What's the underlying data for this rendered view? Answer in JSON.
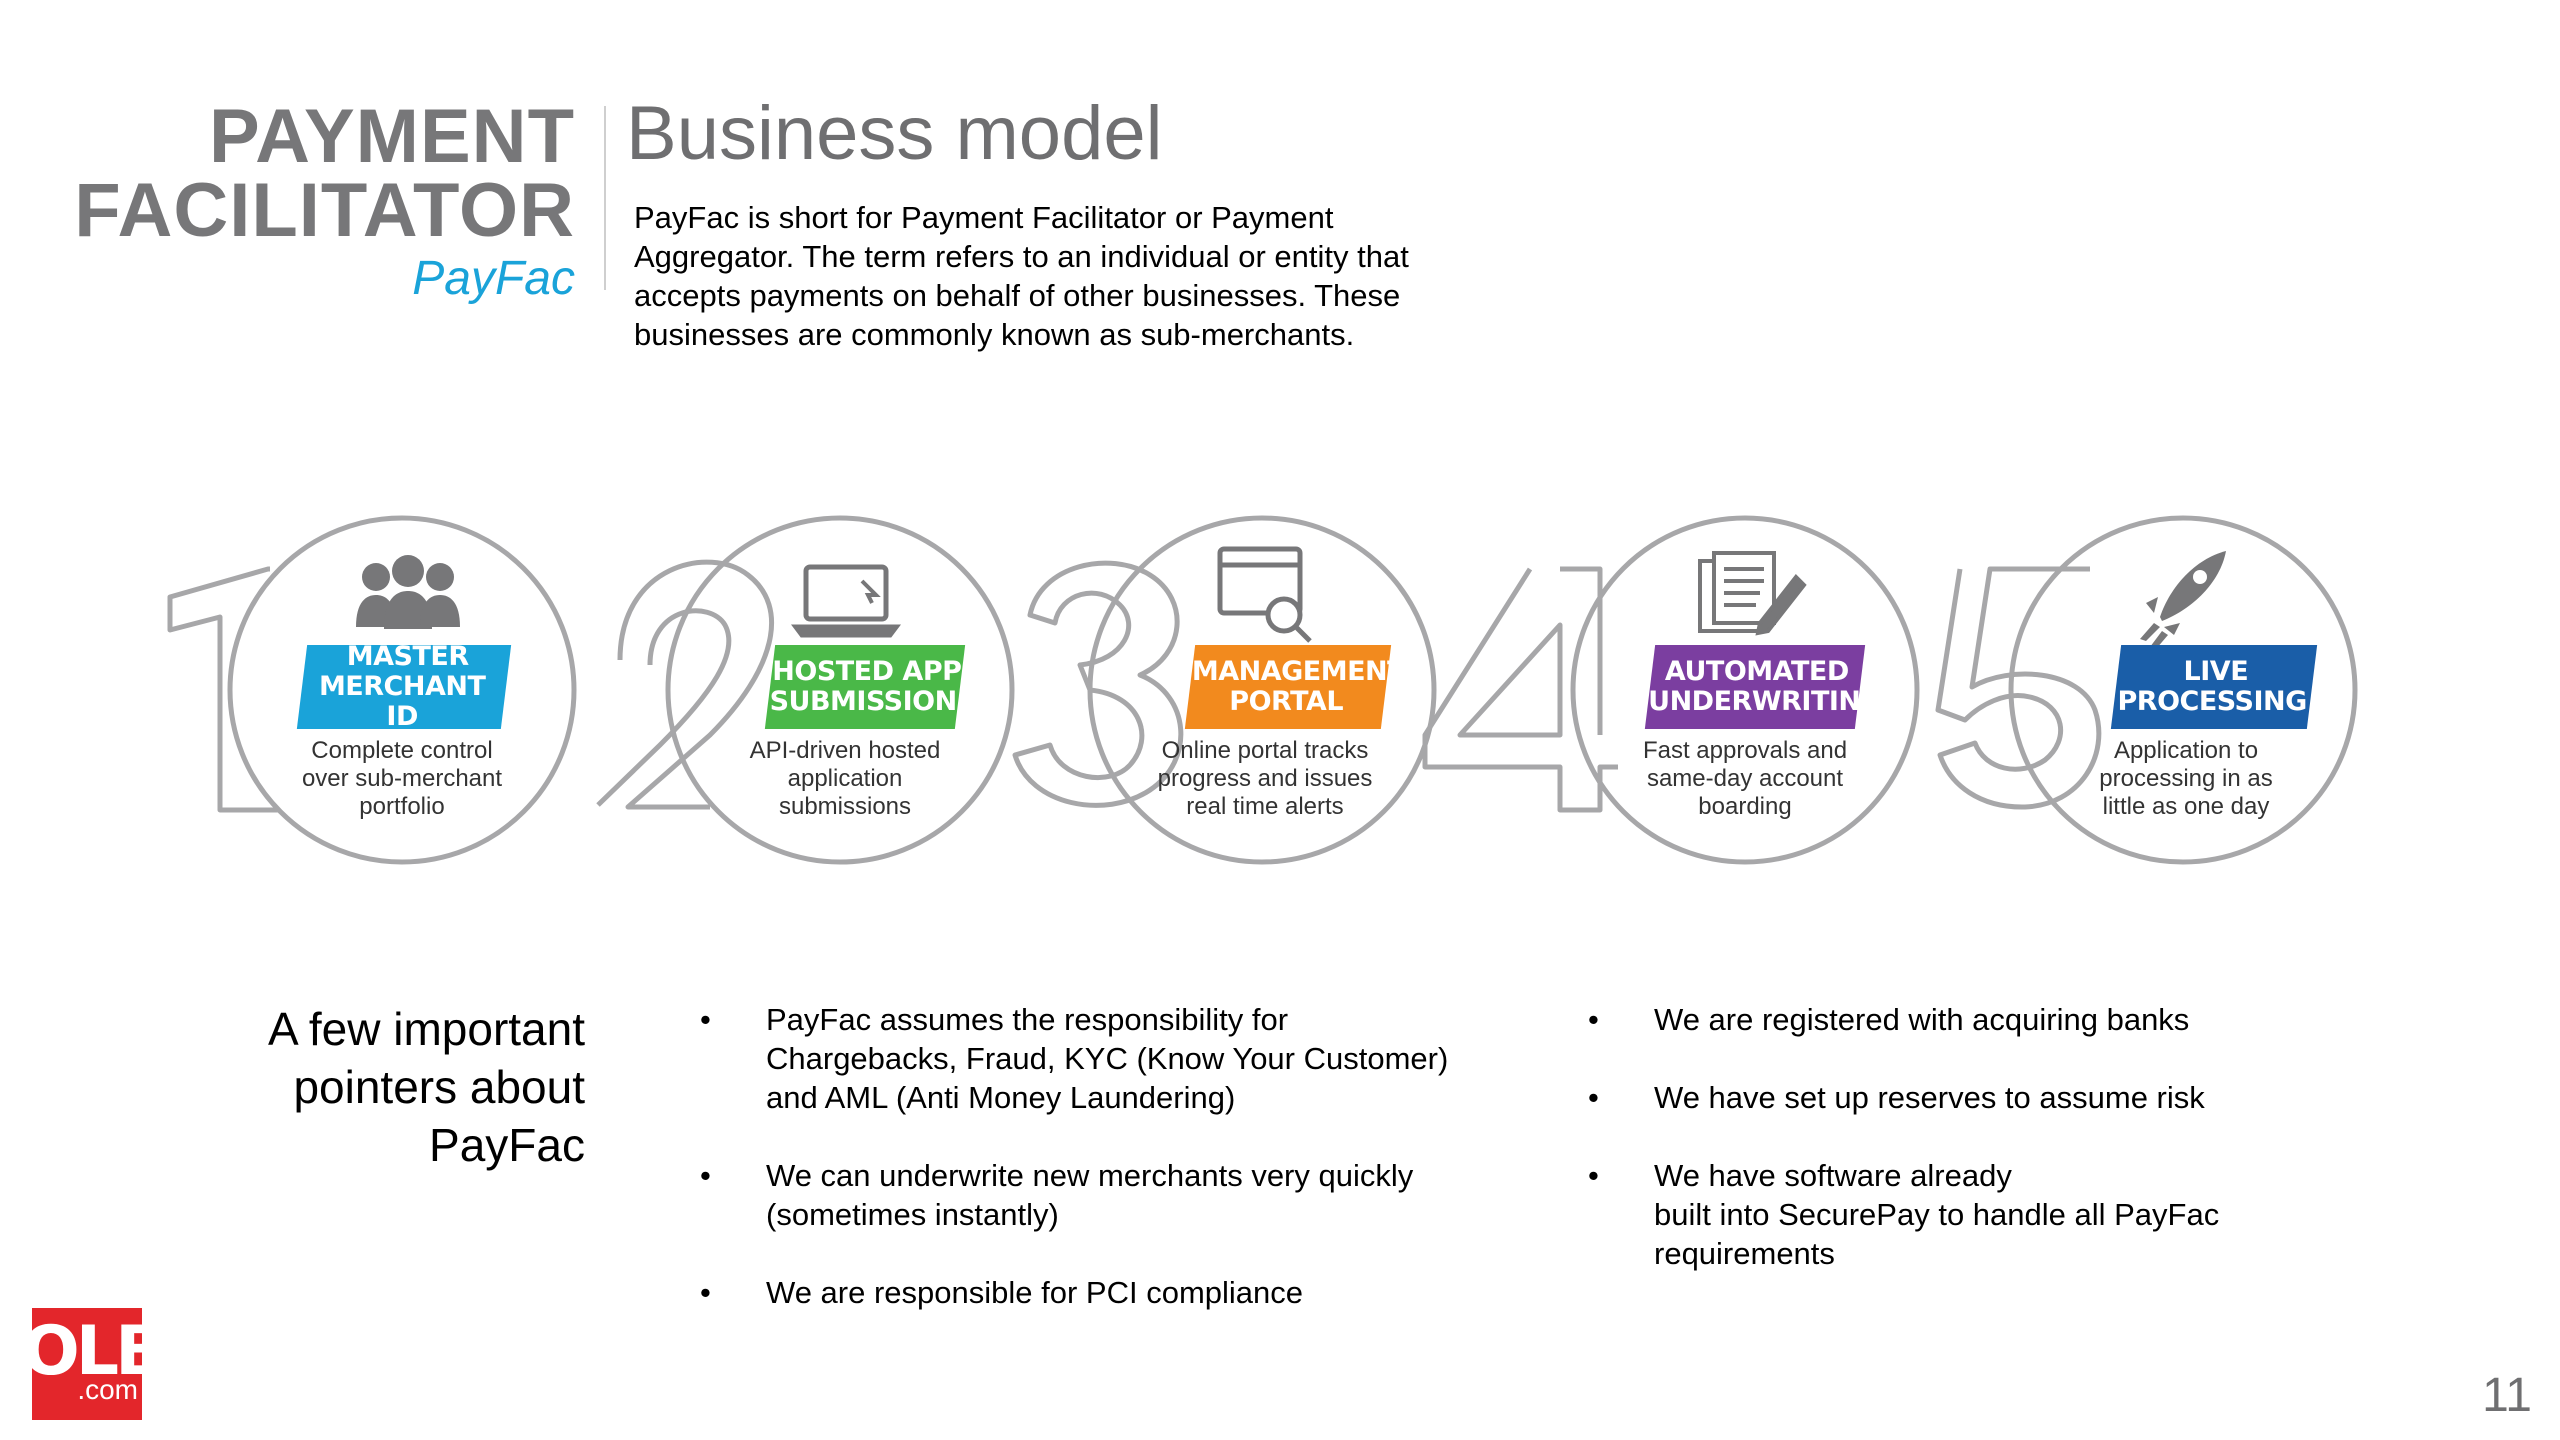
{
  "header": {
    "brand_line1": "PAYMENT",
    "brand_line2": "FACILITATOR",
    "brand_line3": "PayFac",
    "title": "Business model",
    "intro": "PayFac is short for Payment Facilitator or Payment Aggregator. The term refers to an individual or entity that accepts payments on behalf of other businesses. These businesses are commonly known as sub-merchants."
  },
  "steps": [
    {
      "number": "1",
      "badge_line1": "MASTER",
      "badge_line2": "MERCHANT ID",
      "color": "#1aa3d9",
      "icon": "people-icon",
      "desc_line1": "Complete control",
      "desc_line2": "over sub-merchant",
      "desc_line3": "portfolio"
    },
    {
      "number": "2",
      "badge_line1": "HOSTED APP",
      "badge_line2": "SUBMISSION",
      "color": "#4ab848",
      "icon": "laptop-icon",
      "desc_line1": "API-driven hosted",
      "desc_line2": "application",
      "desc_line3": "submissions"
    },
    {
      "number": "3",
      "badge_line1": "MANAGEMENT",
      "badge_line2": "PORTAL",
      "color": "#f28a1e",
      "icon": "browser-search-icon",
      "desc_line1": "Online portal tracks",
      "desc_line2": "progress and issues",
      "desc_line3": "real time alerts"
    },
    {
      "number": "4",
      "badge_line1": "AUTOMATED",
      "badge_line2": "UNDERWRITING",
      "color": "#7b3ea0",
      "icon": "documents-pen-icon",
      "desc_line1": "Fast approvals and",
      "desc_line2": "same-day account",
      "desc_line3": "boarding"
    },
    {
      "number": "5",
      "badge_line1": "LIVE",
      "badge_line2": "PROCESSING",
      "color": "#1a5ea8",
      "icon": "rocket-icon",
      "desc_line1": "Application to",
      "desc_line2": "processing in as",
      "desc_line3": "little as one day"
    }
  ],
  "pointers": {
    "heading_line1": "A few important",
    "heading_line2": "pointers about",
    "heading_line3": "PayFac",
    "bullet": "•",
    "col1": [
      {
        "line1": "PayFac assumes the responsibility for",
        "line2": "Chargebacks, Fraud, KYC (Know Your Customer)",
        "line3": "and AML (Anti Money Laundering)"
      },
      {
        "line1": "We can underwrite new merchants very quickly",
        "line2": "(sometimes instantly)"
      },
      {
        "line1": "We are responsible for PCI compliance"
      }
    ],
    "col2": [
      {
        "line1": "We are registered with acquiring banks"
      },
      {
        "line1": "We have set up reserves to assume risk"
      },
      {
        "line1": "We have software already",
        "line2": "built into SecurePay to handle all  PayFac",
        "line3": "requirements"
      }
    ]
  },
  "footer": {
    "logo_text": "OLB",
    "logo_suffix": ".com",
    "page_number": "11"
  }
}
